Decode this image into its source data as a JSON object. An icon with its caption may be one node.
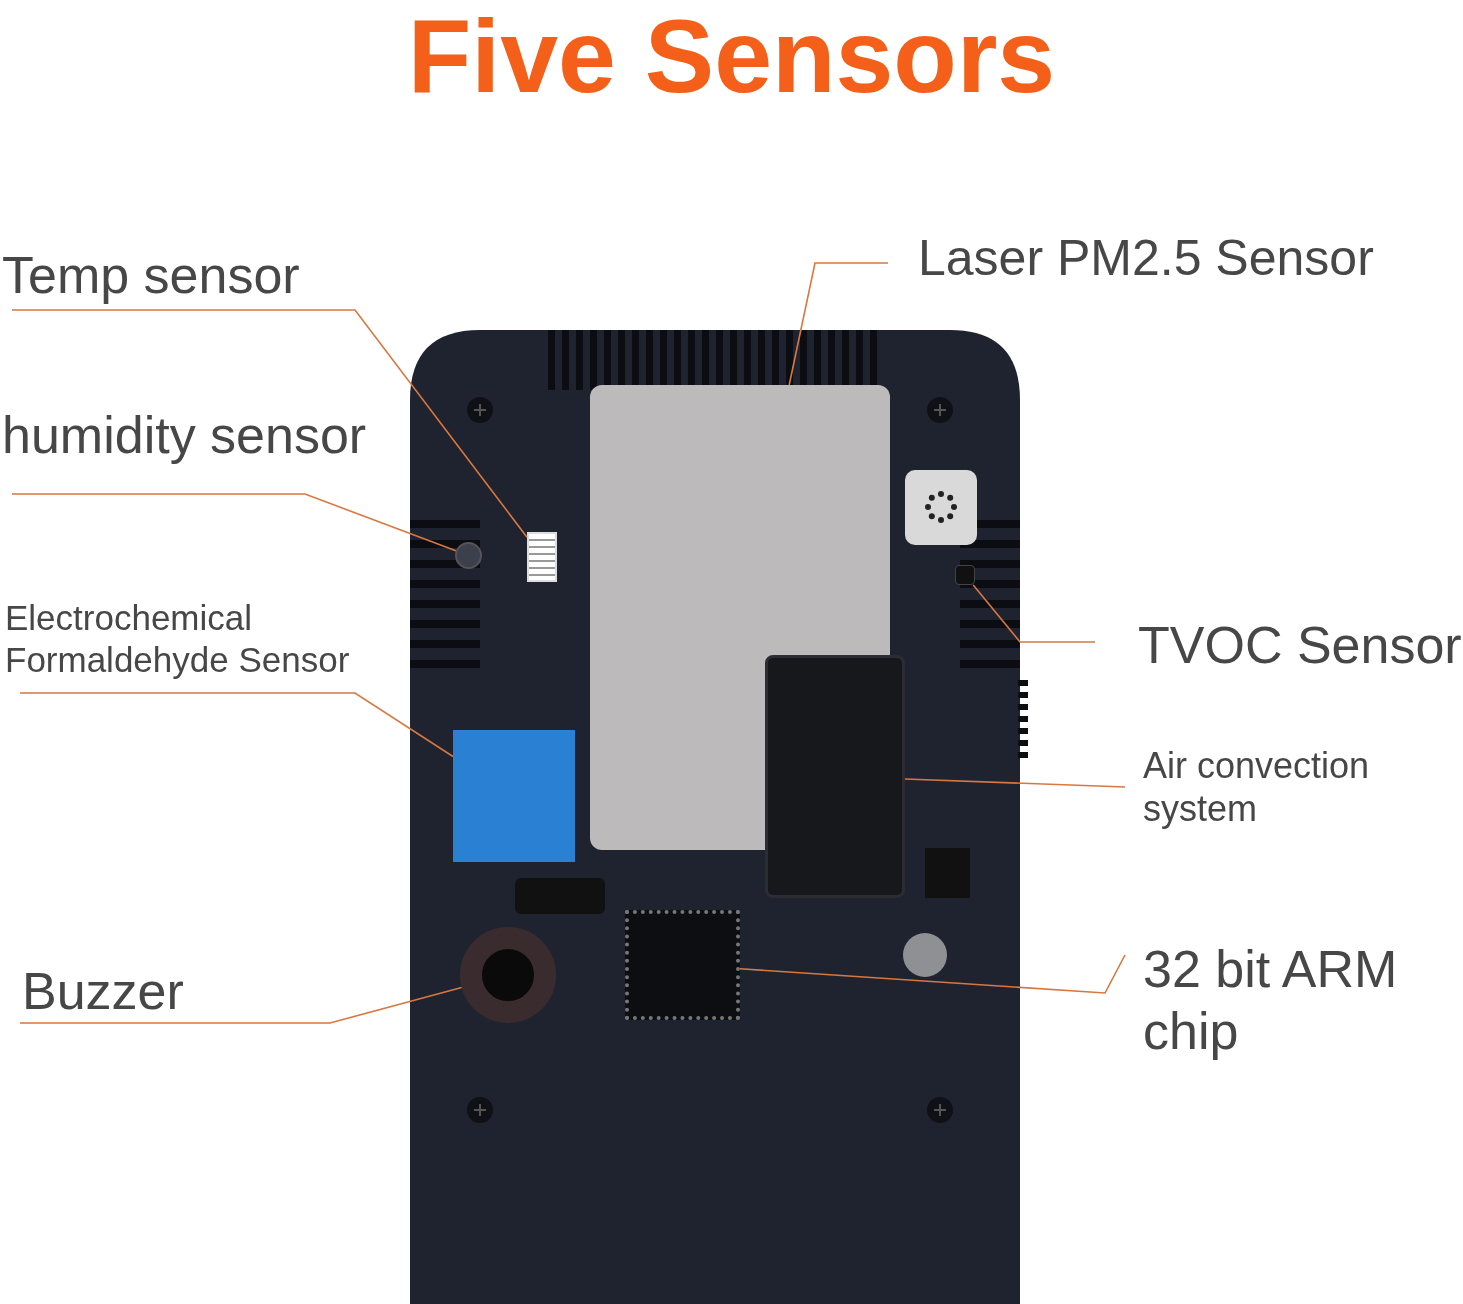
{
  "diagram": {
    "title": "Five Sensors",
    "nodes": [
      {
        "text": [
          "Temp sensor"
        ]
      },
      {
        "text": [],
        "shape": "box"
      },
      {
        "text": [
          "humidity sensor"
        ]
      },
      {
        "text": [],
        "shape": "circle"
      },
      {
        "text": [
          "Electrochemical Formaldehyde Sensor"
        ]
      },
      {
        "text": [],
        "shape": "box"
      },
      {
        "text": [
          "Buzzer"
        ]
      },
      {
        "text": [],
        "shape": "circle"
      },
      {
        "text": [
          "Laser PM2.5 Sensor"
        ]
      },
      {
        "text": [],
        "shape": "box"
      },
      {
        "text": [
          "TVOC Sensor"
        ]
      },
      {
        "text": [],
        "shape": "box"
      },
      {
        "text": [
          "Air convection system"
        ]
      },
      {
        "text": [],
        "shape": "box"
      },
      {
        "text": [
          "32 bit ARM chip"
        ]
      },
      {
        "text": [],
        "shape": "box"
      }
    ],
    "edges": [
      {
        "from": 0,
        "to": 1,
        "arrow": "none"
      },
      {
        "from": 2,
        "to": 3,
        "arrow": "none"
      },
      {
        "from": 4,
        "to": 5,
        "arrow": "none"
      },
      {
        "from": 6,
        "to": 7,
        "arrow": "none"
      },
      {
        "from": 8,
        "to": 9,
        "arrow": "none"
      },
      {
        "from": 10,
        "to": 11,
        "arrow": "none"
      },
      {
        "from": 12,
        "to": 13,
        "arrow": "none"
      },
      {
        "from": 14,
        "to": 15,
        "arrow": "none"
      }
    ]
  }
}
